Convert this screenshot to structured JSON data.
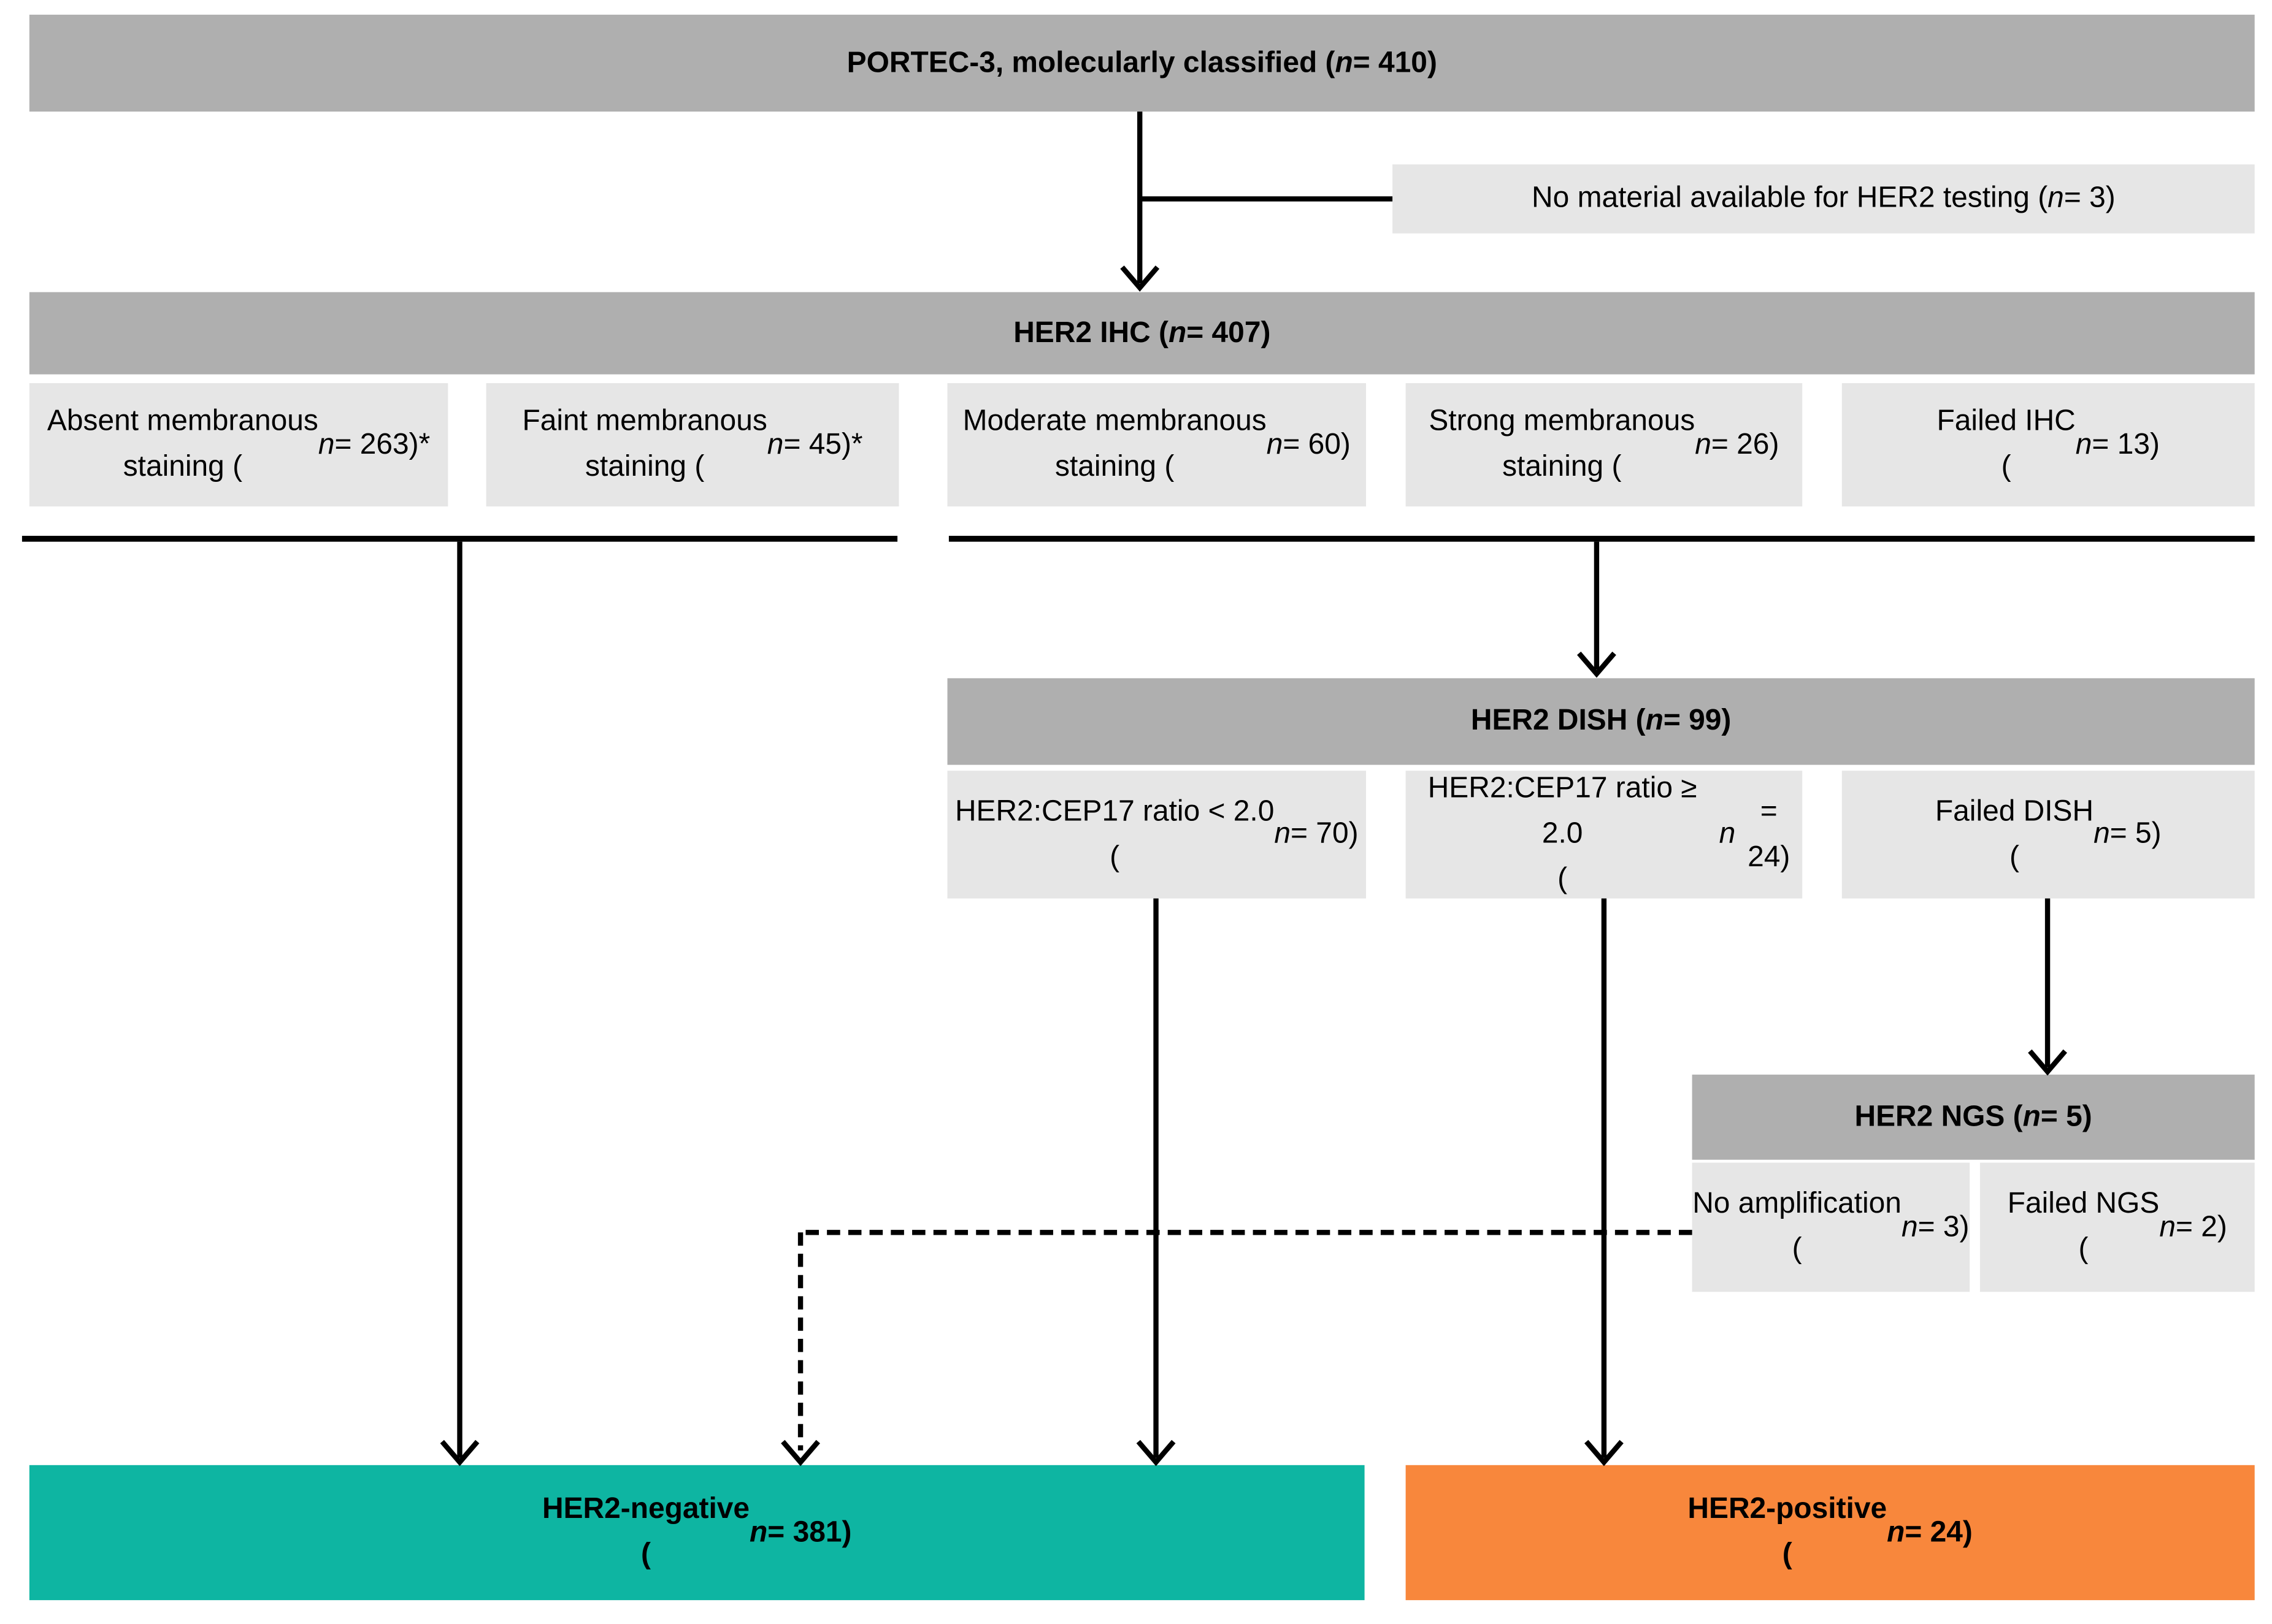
{
  "diagram_title": "PORTEC-3 HER2 testing flow diagram",
  "palette": {
    "header_gray": "#AFAFAF",
    "result_box_gray": "#E6E6E6",
    "negative_teal": "#0EB5A2",
    "positive_orange": "#F8873C",
    "connector_black": "#000000"
  },
  "flow": {
    "root": {
      "label": "PORTEC-3, molecularly classified (*n* = 410)"
    },
    "excluded": {
      "label": "No material available for HER2 testing (*n* = 3)"
    },
    "ihc": {
      "label": "HER2 IHC (*n* = 407)",
      "results": [
        {
          "label": "Absent membranous\nstaining (*n* = 263)*"
        },
        {
          "label": "Faint membranous\nstaining (*n* = 45)*"
        },
        {
          "label": "Moderate membranous\nstaining (*n* = 60)"
        },
        {
          "label": "Strong membranous\nstaining (*n* = 26)"
        },
        {
          "label": "Failed IHC\n(*n* = 13)"
        }
      ]
    },
    "dish": {
      "label": "HER2 DISH (*n* = 99)",
      "results": [
        {
          "label": "HER2:CEP17 ratio < 2.0\n(*n* = 70)"
        },
        {
          "label": "HER2:CEP17 ratio ≥ 2.0\n(*n* = 24)"
        },
        {
          "label": "Failed DISH\n(*n* = 5)"
        }
      ]
    },
    "ngs": {
      "label": "HER2 NGS (*n* = 5)",
      "results": [
        {
          "label": "No amplification\n(*n* = 3)"
        },
        {
          "label": "Failed NGS\n(*n* = 2)"
        }
      ]
    },
    "outcomes": {
      "negative": {
        "label": "HER2-negative\n(*n* = 381)",
        "color": "#0EB5A2"
      },
      "positive": {
        "label": "HER2-positive\n(*n* = 24)",
        "color": "#F8873C"
      }
    }
  }
}
